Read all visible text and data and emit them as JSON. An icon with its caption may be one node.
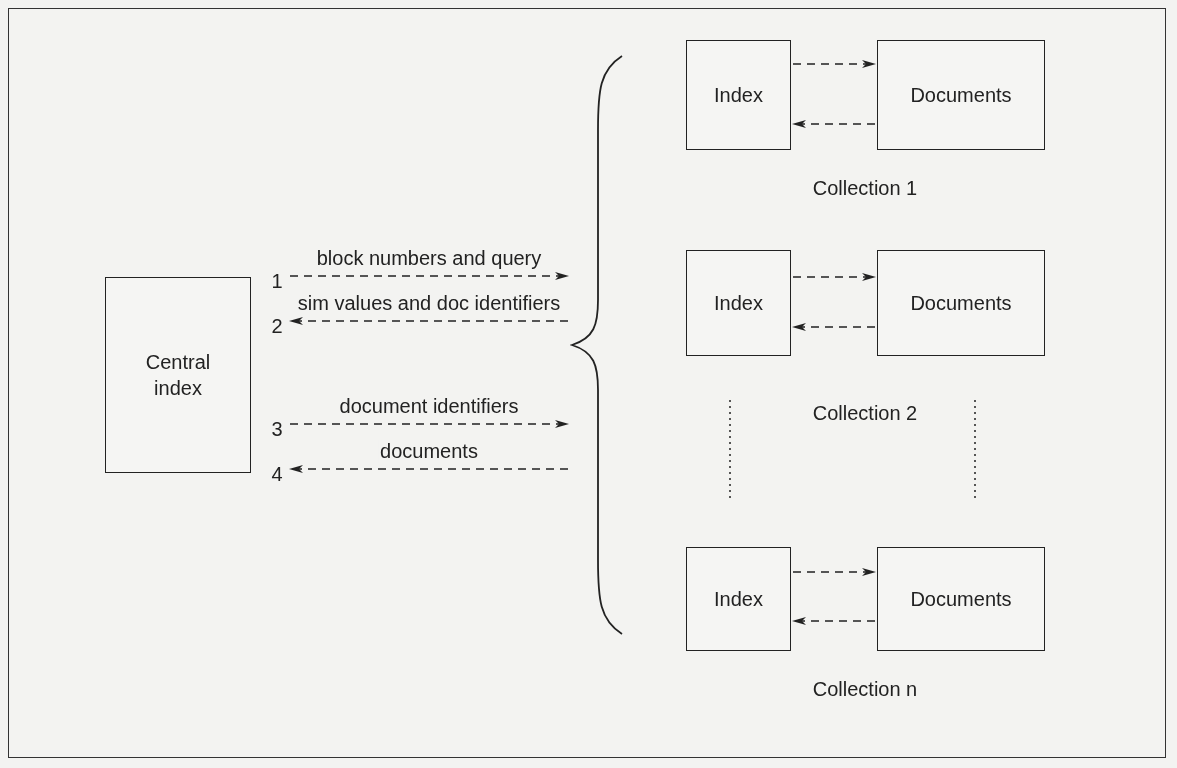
{
  "diagram": {
    "nodes": [
      {
        "text": [
          "Central index"
        ]
      },
      {
        "text": [
          "1"
        ]
      },
      {
        "text": [
          "2"
        ]
      },
      {
        "text": [
          "3"
        ]
      },
      {
        "text": [
          "4"
        ]
      },
      {
        "text": [
          "Index"
        ]
      },
      {
        "text": [
          "Documents"
        ]
      },
      {
        "text": [
          "Index"
        ]
      },
      {
        "text": [
          "Documents"
        ]
      },
      {
        "text": [
          "Index"
        ]
      },
      {
        "text": [
          "Documents"
        ]
      },
      {
        "text": [],
        "shape": "brace"
      }
    ],
    "edges": [
      {
        "from": 1,
        "to": 11,
        "arrow": "to",
        "label": "block numbers and query",
        "style": "dashed"
      },
      {
        "from": 11,
        "to": 2,
        "arrow": "to",
        "label": "sim values and doc identifiers",
        "style": "dashed"
      },
      {
        "from": 3,
        "to": 11,
        "arrow": "to",
        "label": "document identifiers",
        "style": "dashed"
      },
      {
        "from": 11,
        "to": 4,
        "arrow": "to",
        "label": "documents",
        "style": "dashed"
      },
      {
        "from": 5,
        "to": 6,
        "arrow": "to",
        "style": "dashed"
      },
      {
        "from": 6,
        "to": 5,
        "arrow": "to",
        "style": "dashed"
      },
      {
        "from": 7,
        "to": 8,
        "arrow": "to",
        "style": "dashed"
      },
      {
        "from": 8,
        "to": 7,
        "arrow": "to",
        "style": "dashed"
      },
      {
        "from": 9,
        "to": 10,
        "arrow": "to",
        "style": "dashed"
      },
      {
        "from": 10,
        "to": 9,
        "arrow": "to",
        "style": "dashed"
      }
    ],
    "labels": [
      "Collection 1",
      "Collection 2",
      "Collection n"
    ]
  }
}
